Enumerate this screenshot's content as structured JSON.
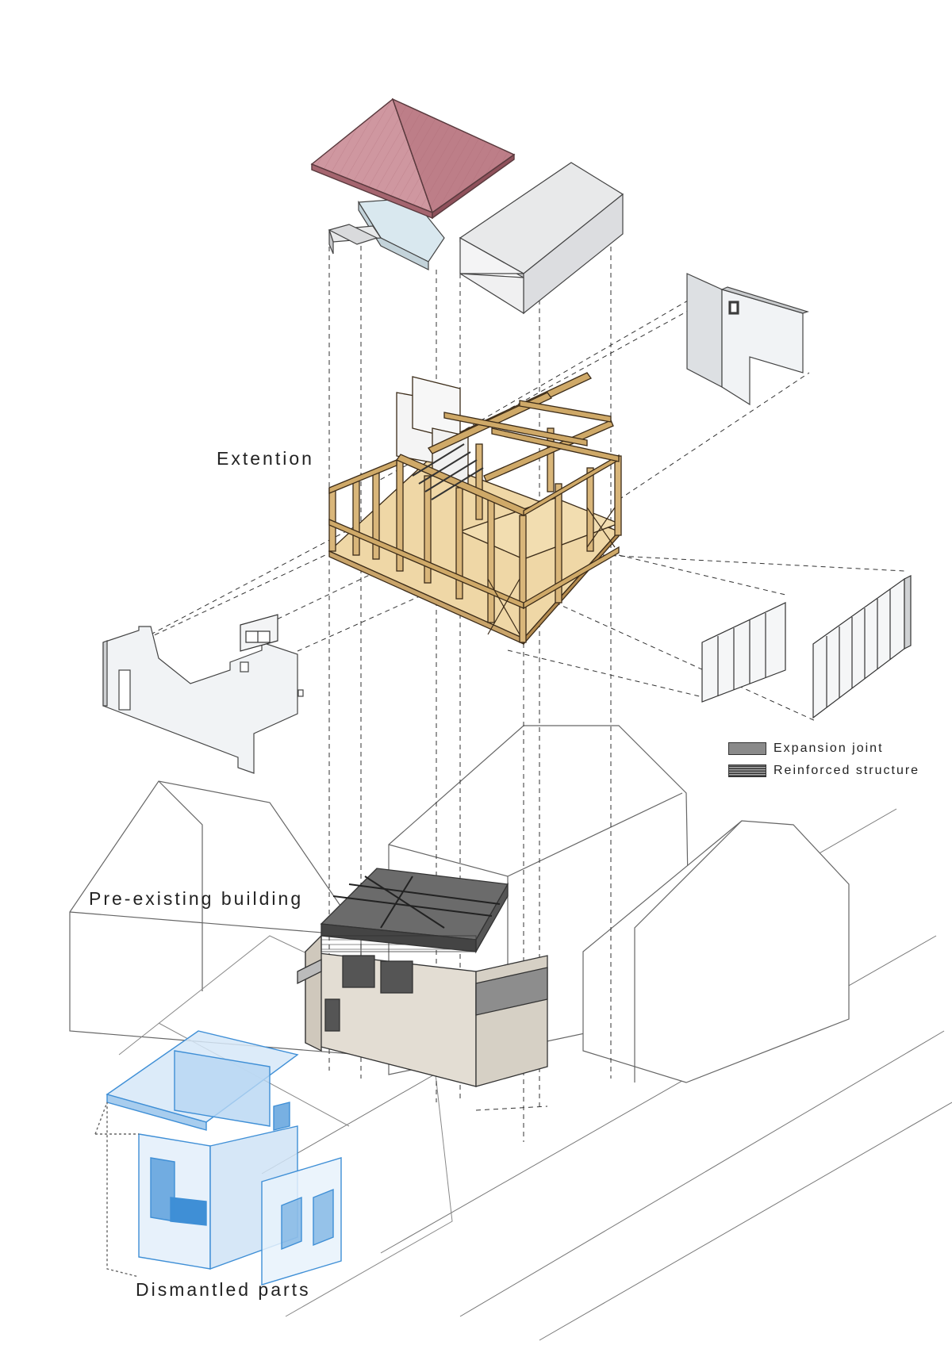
{
  "labels": {
    "extension": "Extention",
    "pre_existing": "Pre-existing building",
    "dismantled": "Dismantled parts"
  },
  "legend": [
    {
      "label": "Expansion joint",
      "swatch": "solid"
    },
    {
      "label": "Reinforced structure",
      "swatch": "striped"
    }
  ],
  "colors": {
    "roof": "#c98890",
    "timber_frame": "#c9a46a",
    "timber_floor": "#efd7a6",
    "dismantled_blue": "#3f8fd6",
    "existing_structure": "#555555",
    "wall_panel": "#eef0f2",
    "context_line": "#777777"
  }
}
